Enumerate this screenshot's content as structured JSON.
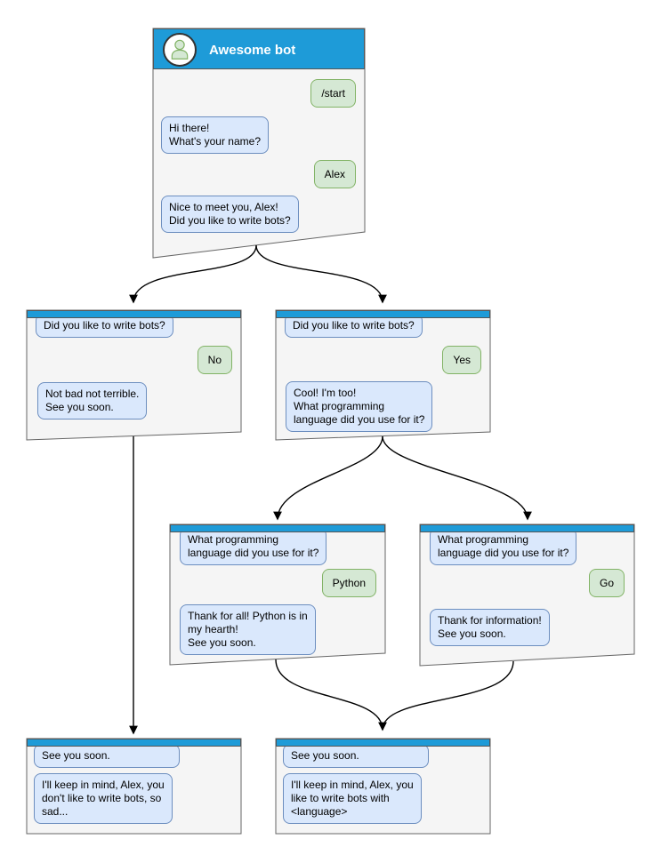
{
  "palette": {
    "header_blue": "#1E9BD8",
    "window_bg": "#F5F5F5",
    "frame_border": "#666666",
    "bot_bubble_bg": "#DAE8FC",
    "bot_bubble_border": "#6C8EBF",
    "user_bubble_bg": "#D5E8D4",
    "user_bubble_border": "#82B366",
    "arrow_color": "#000000",
    "title_text": "#FFFFFF"
  },
  "windows": [
    {
      "id": "root",
      "title": "Awesome bot",
      "avatar": "person-icon",
      "messages": [
        {
          "from": "user",
          "text": "/start"
        },
        {
          "from": "bot",
          "text": "Hi there!\nWhat's your name?"
        },
        {
          "from": "user",
          "text": "Alex"
        },
        {
          "from": "bot",
          "text": "Nice to meet you, Alex!\nDid you like to write bots?"
        }
      ]
    },
    {
      "id": "branch-no",
      "messages": [
        {
          "from": "bot",
          "text": "Did you like to write bots?"
        },
        {
          "from": "user",
          "text": "No"
        },
        {
          "from": "bot",
          "text": "Not bad not terrible.\nSee you soon."
        }
      ]
    },
    {
      "id": "branch-yes",
      "messages": [
        {
          "from": "bot",
          "text": "Did you like to write bots?"
        },
        {
          "from": "user",
          "text": "Yes"
        },
        {
          "from": "bot",
          "text": "Cool! I'm too!\nWhat programming\nlanguage did you use for it?"
        }
      ]
    },
    {
      "id": "branch-python",
      "messages": [
        {
          "from": "bot",
          "text": "What programming\nlanguage did you use for it?"
        },
        {
          "from": "user",
          "text": "Python"
        },
        {
          "from": "bot",
          "text": "Thank for all! Python is in\nmy hearth!\nSee you soon."
        }
      ]
    },
    {
      "id": "branch-go",
      "messages": [
        {
          "from": "bot",
          "text": "What programming\nlanguage did you use for it?"
        },
        {
          "from": "user",
          "text": "Go"
        },
        {
          "from": "bot",
          "text": "Thank for information!\nSee you soon."
        }
      ]
    },
    {
      "id": "end-negative",
      "messages": [
        {
          "from": "bot",
          "text": "See you soon."
        },
        {
          "from": "bot",
          "text": "I'll keep in mind, Alex, you\ndon't like to write bots, so\nsad..."
        }
      ]
    },
    {
      "id": "end-positive",
      "messages": [
        {
          "from": "bot",
          "text": "See you soon."
        },
        {
          "from": "bot",
          "text": "I'll keep in mind, Alex, you\nlike to write bots with\n<language>"
        }
      ]
    }
  ],
  "edges": [
    {
      "from": "root",
      "to": "branch-no"
    },
    {
      "from": "root",
      "to": "branch-yes"
    },
    {
      "from": "branch-no",
      "to": "end-negative"
    },
    {
      "from": "branch-yes",
      "to": "branch-python"
    },
    {
      "from": "branch-yes",
      "to": "branch-go"
    },
    {
      "from": "branch-python",
      "to": "end-positive"
    },
    {
      "from": "branch-go",
      "to": "end-positive"
    }
  ]
}
